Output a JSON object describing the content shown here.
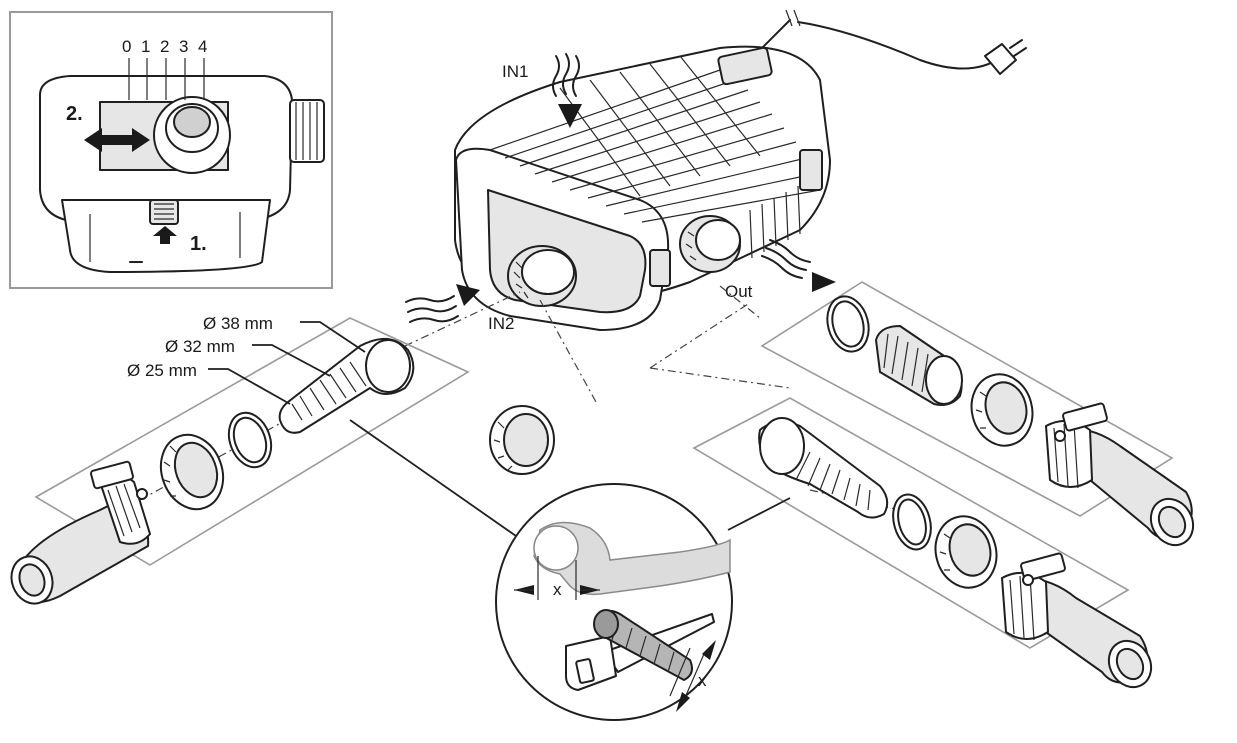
{
  "inset": {
    "scale": [
      "0",
      "1",
      "2",
      "3",
      "4"
    ],
    "step1": "1.",
    "step2": "2."
  },
  "pump": {
    "in1": "IN1",
    "in2": "IN2",
    "out": "Out"
  },
  "adapter": {
    "d38": "Ø 38 mm",
    "d32": "Ø 32 mm",
    "d25": "Ø 25 mm"
  },
  "detail": {
    "x_hose": "x",
    "x_adapter": "x"
  }
}
